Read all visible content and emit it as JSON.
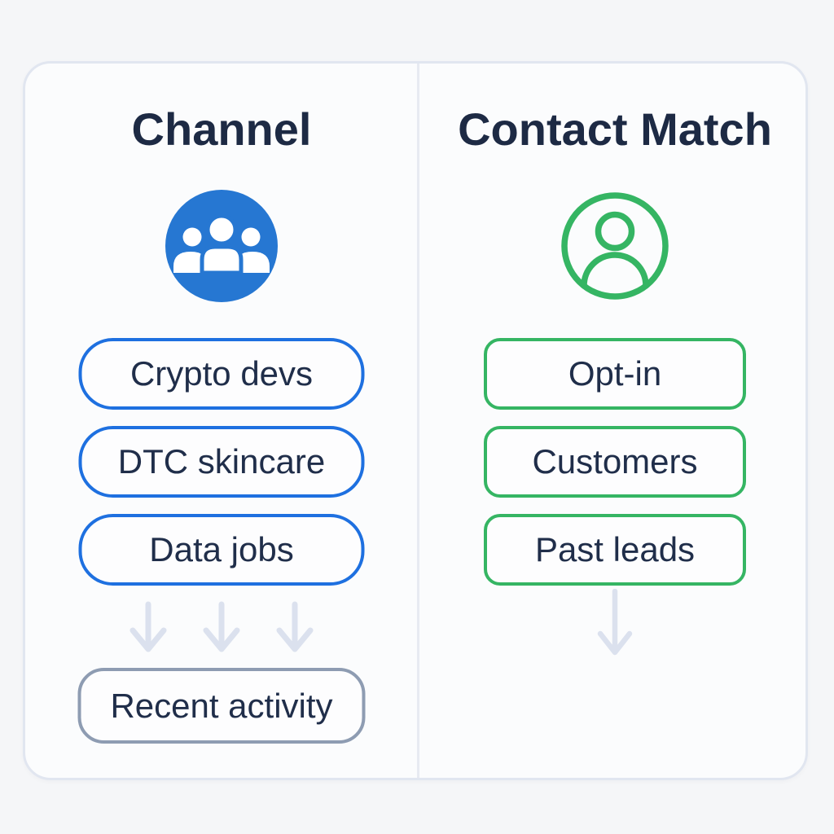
{
  "page": {
    "background_color": "#f5f6f8",
    "card_background_color": "#fbfcfd",
    "card_border_color": "#e1e6f0",
    "divider_color": "#e7eaf2",
    "text_color": "#1d2a44",
    "arrow_color": "#dbe1ee"
  },
  "columns": [
    {
      "title": "Channel",
      "icon": "group-icon",
      "accent_color": "#1e70e0",
      "icon_fill_color": "#2677d2",
      "pills": [
        "Crypto devs",
        "DTC skincare",
        "Data jobs"
      ],
      "arrow_count": 3,
      "result": {
        "label": "Recent activity",
        "border_color": "#8e9cb2"
      }
    },
    {
      "title": "Contact Match",
      "icon": "user-circle-icon",
      "accent_color": "#35b563",
      "icon_stroke_color": "#35b563",
      "pills": [
        "Opt-in",
        "Customers",
        "Past leads"
      ],
      "arrow_count": 1
    }
  ]
}
